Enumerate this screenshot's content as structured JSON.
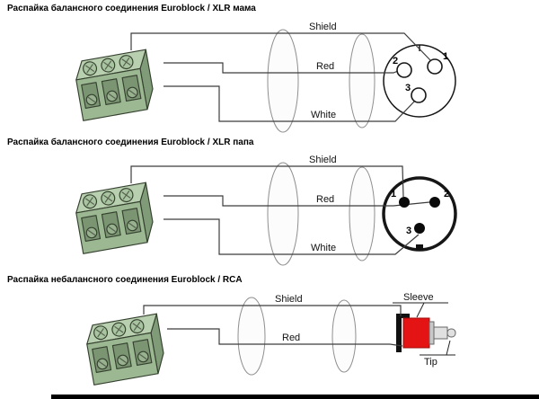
{
  "page": {
    "kind": "wiring-pinout-diagrams"
  },
  "colors": {
    "euroblock_front": "#9cb893",
    "euroblock_top": "#b8d0af",
    "euroblock_side": "#7f9b77",
    "euroblock_screw": "#a9c4a0",
    "euroblock_hole": "#7b9573",
    "euroblock_hole_screw": "#98b28f",
    "rca_body": "#e41414",
    "wire": "#3c3c3c"
  },
  "sections": [
    {
      "title": "Распайка балансного соединения Euroblock / XLR мама",
      "labels": {
        "shield": "Shield",
        "red": "Red",
        "white": "White"
      },
      "pins": {
        "p1": "1",
        "p2": "2",
        "p3": "3"
      }
    },
    {
      "title": "Распайка балансного соединения Euroblock / XLR папа",
      "labels": {
        "shield": "Shield",
        "red": "Red",
        "white": "White"
      },
      "pins": {
        "p1": "1",
        "p2": "2",
        "p3": "3"
      }
    },
    {
      "title": "Распайка небалансного соединения Euroblock / RCA",
      "labels": {
        "shield": "Shield",
        "red": "Red",
        "sleeve": "Sleeve",
        "tip": "Tip"
      }
    }
  ]
}
